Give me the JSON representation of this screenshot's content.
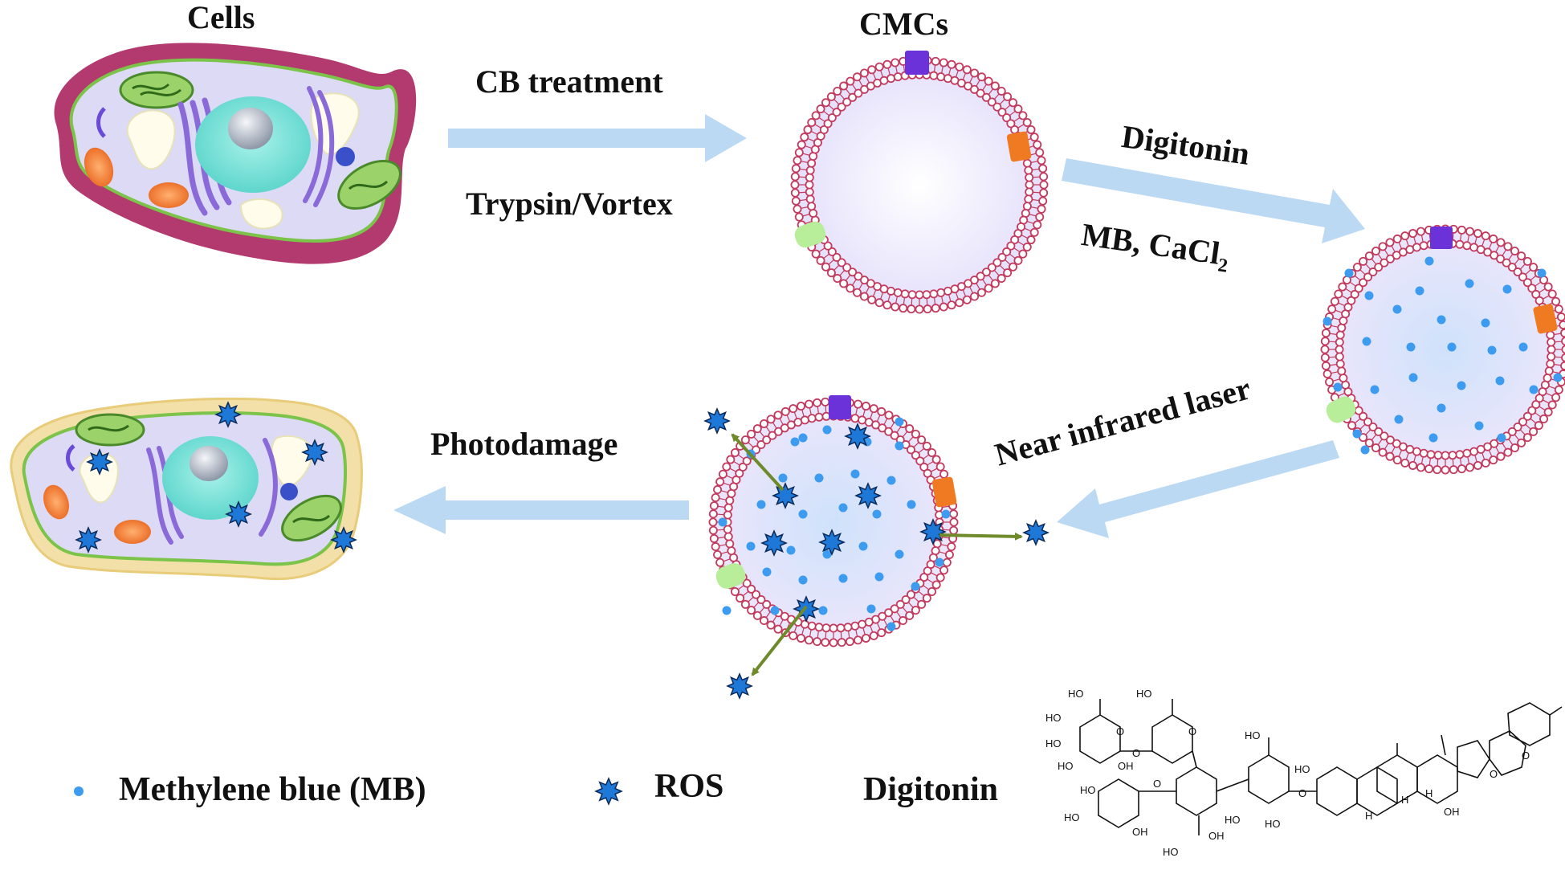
{
  "labels": {
    "cells": "Cells",
    "cmcs": "CMCs",
    "cb_treatment": "CB treatment",
    "trypsin_vortex": "Trypsin/Vortex",
    "digitonin_step": "Digitonin",
    "mb": "MB, CaCl",
    "mb_sub": "2",
    "near_infrared": "Near infrared laser",
    "photodamage": "Photodamage"
  },
  "legend": {
    "mb": "Methylene blue (MB)",
    "ros": "ROS",
    "digitonin": "Digitonin"
  },
  "structure_labels": {
    "ho": "HO",
    "oh": "OH",
    "o": "O",
    "h": "H"
  },
  "colors": {
    "arrow": "#bcd9f3",
    "membrane": "#c23a5e",
    "interior": "#e6e3fa",
    "mb_dot": "#3d9bf0",
    "ros": "#1e78d8",
    "escape_arrow": "#6f8a2a",
    "protein_purple": "#6a32d8",
    "protein_orange": "#f07a22",
    "protein_green": "#b8ee9a"
  }
}
